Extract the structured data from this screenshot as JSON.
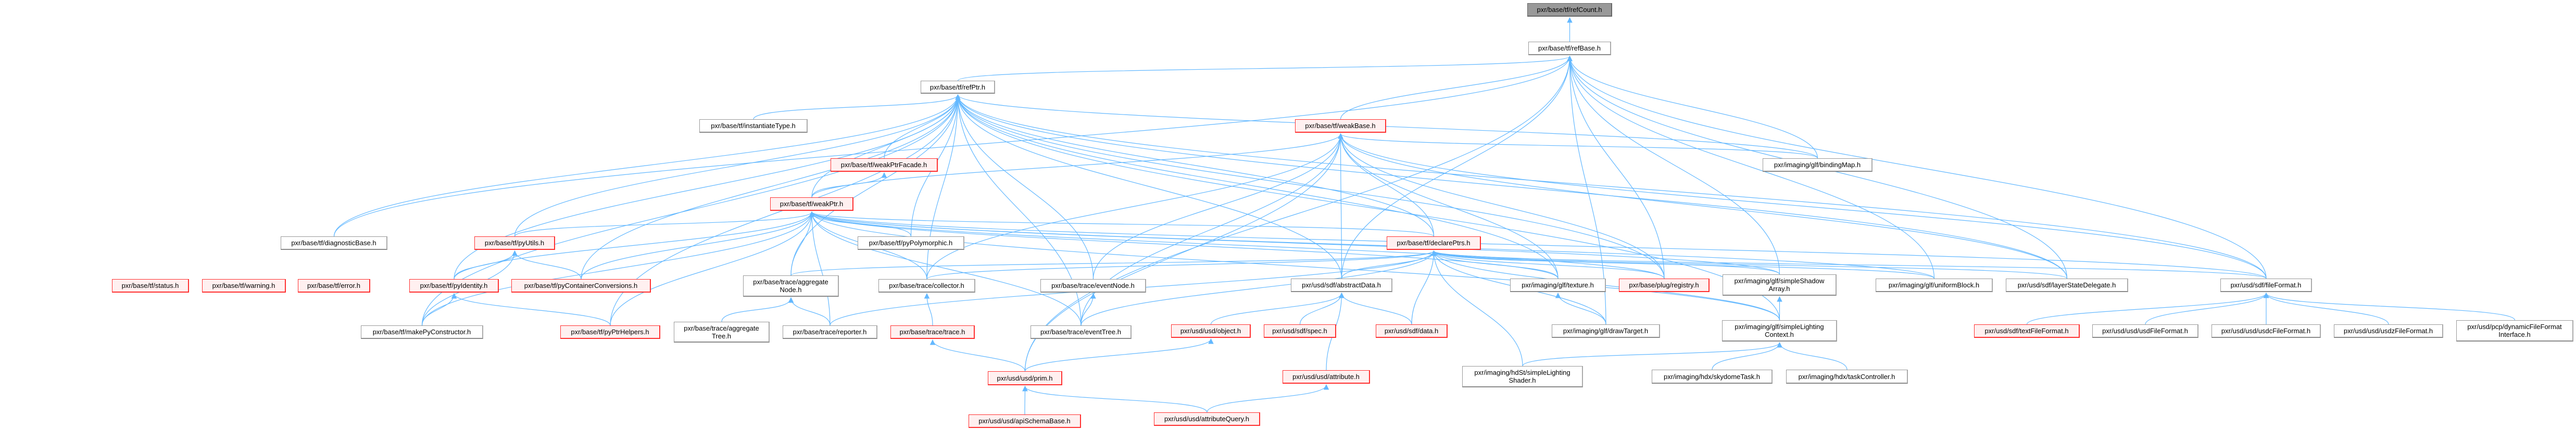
{
  "title": "pxr/base/tf/refCount.h include dependency graph",
  "colors": {
    "edge": "#63b8ff",
    "truncated_border": "#ff3030",
    "truncated_fill": "#fff0f0",
    "root_fill": "#999999"
  },
  "nodes": [
    {
      "id": "refCount",
      "label": "pxr/base/tf/refCount.h",
      "root": true
    },
    {
      "id": "refBase",
      "label": "pxr/base/tf/refBase.h"
    },
    {
      "id": "refPtr",
      "label": "pxr/base/tf/refPtr.h"
    },
    {
      "id": "instantiateType",
      "label": "pxr/base/tf/instantiateType.h"
    },
    {
      "id": "weakBase",
      "label": "pxr/base/tf/weakBase.h",
      "truncated": true
    },
    {
      "id": "weakPtrFacade",
      "label": "pxr/base/tf/weakPtrFacade.h",
      "truncated": true
    },
    {
      "id": "bindingMap",
      "label": "pxr/imaging/glf/bindingMap.h"
    },
    {
      "id": "weakPtr",
      "label": "pxr/base/tf/weakPtr.h",
      "truncated": true
    },
    {
      "id": "diagnosticBase",
      "label": "pxr/base/tf/diagnosticBase.h"
    },
    {
      "id": "pyUtils",
      "label": "pxr/base/tf/pyUtils.h",
      "truncated": true
    },
    {
      "id": "pyPolymorphic",
      "label": "pxr/base/tf/pyPolymorphic.h"
    },
    {
      "id": "declarePtrs",
      "label": "pxr/base/tf/declarePtrs.h",
      "truncated": true
    },
    {
      "id": "simpleShadowArray",
      "label": "pxr/imaging/glf/simpleShadow\nArray.h"
    },
    {
      "id": "uniformBlock",
      "label": "pxr/imaging/glf/uniformBlock.h"
    },
    {
      "id": "layerStateDelegate",
      "label": "pxr/usd/sdf/layerStateDelegate.h"
    },
    {
      "id": "fileFormat",
      "label": "pxr/usd/sdf/fileFormat.h"
    },
    {
      "id": "status",
      "label": "pxr/base/tf/status.h",
      "truncated": true
    },
    {
      "id": "warning",
      "label": "pxr/base/tf/warning.h",
      "truncated": true
    },
    {
      "id": "error",
      "label": "pxr/base/tf/error.h",
      "truncated": true
    },
    {
      "id": "pyIdentity",
      "label": "pxr/base/tf/pyIdentity.h",
      "truncated": true
    },
    {
      "id": "pyContainerConversions",
      "label": "pxr/base/tf/pyContainerConversions.h",
      "truncated": true
    },
    {
      "id": "aggregateNode",
      "label": "pxr/base/trace/aggregate\nNode.h"
    },
    {
      "id": "collector",
      "label": "pxr/base/trace/collector.h"
    },
    {
      "id": "eventNode",
      "label": "pxr/base/trace/eventNode.h"
    },
    {
      "id": "abstractData",
      "label": "pxr/usd/sdf/abstractData.h"
    },
    {
      "id": "texture",
      "label": "pxr/imaging/glf/texture.h"
    },
    {
      "id": "plugRegistry",
      "label": "pxr/base/plug/registry.h",
      "truncated": true
    },
    {
      "id": "makePyConstructor",
      "label": "pxr/base/tf/makePyConstructor.h"
    },
    {
      "id": "pyPtrHelpers",
      "label": "pxr/base/tf/pyPtrHelpers.h",
      "truncated": true
    },
    {
      "id": "aggregateTree",
      "label": "pxr/base/trace/aggregate\nTree.h"
    },
    {
      "id": "reporter",
      "label": "pxr/base/trace/reporter.h"
    },
    {
      "id": "trace",
      "label": "pxr/base/trace/trace.h",
      "truncated": true
    },
    {
      "id": "eventTree",
      "label": "pxr/base/trace/eventTree.h"
    },
    {
      "id": "object",
      "label": "pxr/usd/usd/object.h",
      "truncated": true
    },
    {
      "id": "spec",
      "label": "pxr/usd/sdf/spec.h",
      "truncated": true
    },
    {
      "id": "data",
      "label": "pxr/usd/sdf/data.h",
      "truncated": true
    },
    {
      "id": "drawTarget",
      "label": "pxr/imaging/glf/drawTarget.h"
    },
    {
      "id": "simpleLightingContext",
      "label": "pxr/imaging/glf/simpleLighting\nContext.h"
    },
    {
      "id": "textFileFormat",
      "label": "pxr/usd/sdf/textFileFormat.h",
      "truncated": true
    },
    {
      "id": "usdFileFormat",
      "label": "pxr/usd/usd/usdFileFormat.h"
    },
    {
      "id": "usdcFileFormat",
      "label": "pxr/usd/usd/usdcFileFormat.h"
    },
    {
      "id": "usdzFileFormat",
      "label": "pxr/usd/usd/usdzFileFormat.h"
    },
    {
      "id": "dynamicFileFormatInterface",
      "label": "pxr/usd/pcp/dynamicFileFormat\nInterface.h"
    },
    {
      "id": "prim",
      "label": "pxr/usd/usd/prim.h",
      "truncated": true
    },
    {
      "id": "attribute",
      "label": "pxr/usd/usd/attribute.h",
      "truncated": true
    },
    {
      "id": "simpleLightingShader",
      "label": "pxr/imaging/hdSt/simpleLighting\nShader.h"
    },
    {
      "id": "skydomeTask",
      "label": "pxr/imaging/hdx/skydomeTask.h"
    },
    {
      "id": "taskController",
      "label": "pxr/imaging/hdx/taskController.h"
    },
    {
      "id": "apiSchemaBase",
      "label": "pxr/usd/usd/apiSchemaBase.h",
      "truncated": true
    },
    {
      "id": "attributeQuery",
      "label": "pxr/usd/usd/attributeQuery.h",
      "truncated": true
    }
  ],
  "edges": [
    [
      "refBase",
      "refCount"
    ],
    [
      "refPtr",
      "refBase"
    ],
    [
      "weakBase",
      "refBase"
    ],
    [
      "bindingMap",
      "refBase"
    ],
    [
      "bindingMap",
      "refPtr"
    ],
    [
      "bindingMap",
      "weakBase"
    ],
    [
      "diagnosticBase",
      "refBase"
    ],
    [
      "diagnosticBase",
      "refPtr"
    ],
    [
      "prim",
      "refBase"
    ],
    [
      "prim",
      "weakBase"
    ],
    [
      "prim",
      "trace"
    ],
    [
      "prim",
      "object"
    ],
    [
      "fileFormat",
      "refBase"
    ],
    [
      "fileFormat",
      "refPtr"
    ],
    [
      "fileFormat",
      "weakBase"
    ],
    [
      "fileFormat",
      "declarePtrs"
    ],
    [
      "makePyConstructor",
      "refPtr"
    ],
    [
      "makePyConstructor",
      "weakPtr"
    ],
    [
      "makePyConstructor",
      "pyIdentity"
    ],
    [
      "makePyConstructor",
      "pyUtils"
    ],
    [
      "instantiateType",
      "refPtr"
    ],
    [
      "weakPtrFacade",
      "refPtr"
    ],
    [
      "weakPtr",
      "refPtr"
    ],
    [
      "weakPtr",
      "weakPtrFacade"
    ],
    [
      "weakPtr",
      "weakBase"
    ],
    [
      "pyUtils",
      "refPtr"
    ],
    [
      "pyUtils",
      "weakPtr"
    ],
    [
      "pyIdentity",
      "refPtr"
    ],
    [
      "pyIdentity",
      "weakPtr"
    ],
    [
      "pyIdentity",
      "pyUtils"
    ],
    [
      "pyContainerConversions",
      "refPtr"
    ],
    [
      "pyContainerConversions",
      "weakPtr"
    ],
    [
      "pyContainerConversions",
      "pyUtils"
    ],
    [
      "pyPtrHelpers",
      "refPtr"
    ],
    [
      "pyPtrHelpers",
      "weakPtr"
    ],
    [
      "pyPtrHelpers",
      "pyIdentity"
    ],
    [
      "aggregateNode",
      "refPtr"
    ],
    [
      "aggregateNode",
      "weakPtr"
    ],
    [
      "aggregateNode",
      "declarePtrs"
    ],
    [
      "aggregateTree",
      "aggregateNode"
    ],
    [
      "reporter",
      "aggregateNode"
    ],
    [
      "reporter",
      "weakPtr"
    ],
    [
      "reporter",
      "declarePtrs"
    ],
    [
      "collector",
      "refPtr"
    ],
    [
      "collector",
      "weakPtr"
    ],
    [
      "collector",
      "weakBase"
    ],
    [
      "collector",
      "declarePtrs"
    ],
    [
      "trace",
      "collector"
    ],
    [
      "eventNode",
      "refPtr"
    ],
    [
      "eventNode",
      "weakBase"
    ],
    [
      "eventTree",
      "eventNode"
    ],
    [
      "eventTree",
      "refPtr"
    ],
    [
      "eventTree",
      "weakPtr"
    ],
    [
      "eventTree",
      "weakBase"
    ],
    [
      "eventTree",
      "declarePtrs"
    ],
    [
      "pyPolymorphic",
      "weakPtr"
    ],
    [
      "pyPolymorphic",
      "refPtr"
    ],
    [
      "declarePtrs",
      "refPtr"
    ],
    [
      "declarePtrs",
      "weakPtr"
    ],
    [
      "declarePtrs",
      "weakBase"
    ],
    [
      "abstractData",
      "refBase"
    ],
    [
      "abstractData",
      "refPtr"
    ],
    [
      "abstractData",
      "weakBase"
    ],
    [
      "abstractData",
      "declarePtrs"
    ],
    [
      "spec",
      "abstractData"
    ],
    [
      "data",
      "abstractData"
    ],
    [
      "data",
      "declarePtrs"
    ],
    [
      "object",
      "abstractData"
    ],
    [
      "attribute",
      "abstractData"
    ],
    [
      "attributeQuery",
      "prim"
    ],
    [
      "attributeQuery",
      "attribute"
    ],
    [
      "apiSchemaBase",
      "prim"
    ],
    [
      "texture",
      "refPtr"
    ],
    [
      "texture",
      "weakPtr"
    ],
    [
      "texture",
      "weakBase"
    ],
    [
      "texture",
      "declarePtrs"
    ],
    [
      "drawTarget",
      "texture"
    ],
    [
      "drawTarget",
      "declarePtrs"
    ],
    [
      "drawTarget",
      "refBase"
    ],
    [
      "plugRegistry",
      "refPtr"
    ],
    [
      "plugRegistry",
      "weakPtr"
    ],
    [
      "plugRegistry",
      "weakBase"
    ],
    [
      "plugRegistry",
      "declarePtrs"
    ],
    [
      "plugRegistry",
      "refBase"
    ],
    [
      "simpleShadowArray",
      "refBase"
    ],
    [
      "simpleShadowArray",
      "declarePtrs"
    ],
    [
      "simpleShadowArray",
      "weakPtr"
    ],
    [
      "simpleLightingContext",
      "simpleShadowArray"
    ],
    [
      "simpleLightingContext",
      "declarePtrs"
    ],
    [
      "simpleLightingContext",
      "refPtr"
    ],
    [
      "simpleLightingContext",
      "weakPtr"
    ],
    [
      "simpleLightingShader",
      "simpleLightingContext"
    ],
    [
      "simpleLightingShader",
      "declarePtrs"
    ],
    [
      "skydomeTask",
      "simpleLightingContext"
    ],
    [
      "taskController",
      "simpleLightingContext"
    ],
    [
      "uniformBlock",
      "refBase"
    ],
    [
      "uniformBlock",
      "declarePtrs"
    ],
    [
      "uniformBlock",
      "weakPtr"
    ],
    [
      "layerStateDelegate",
      "refBase"
    ],
    [
      "layerStateDelegate",
      "refPtr"
    ],
    [
      "layerStateDelegate",
      "weakBase"
    ],
    [
      "layerStateDelegate",
      "declarePtrs"
    ],
    [
      "textFileFormat",
      "fileFormat"
    ],
    [
      "usdFileFormat",
      "fileFormat"
    ],
    [
      "usdcFileFormat",
      "fileFormat"
    ],
    [
      "usdzFileFormat",
      "fileFormat"
    ],
    [
      "dynamicFileFormatInterface",
      "fileFormat"
    ],
    [
      "fileFormat",
      "weakPtr"
    ]
  ]
}
